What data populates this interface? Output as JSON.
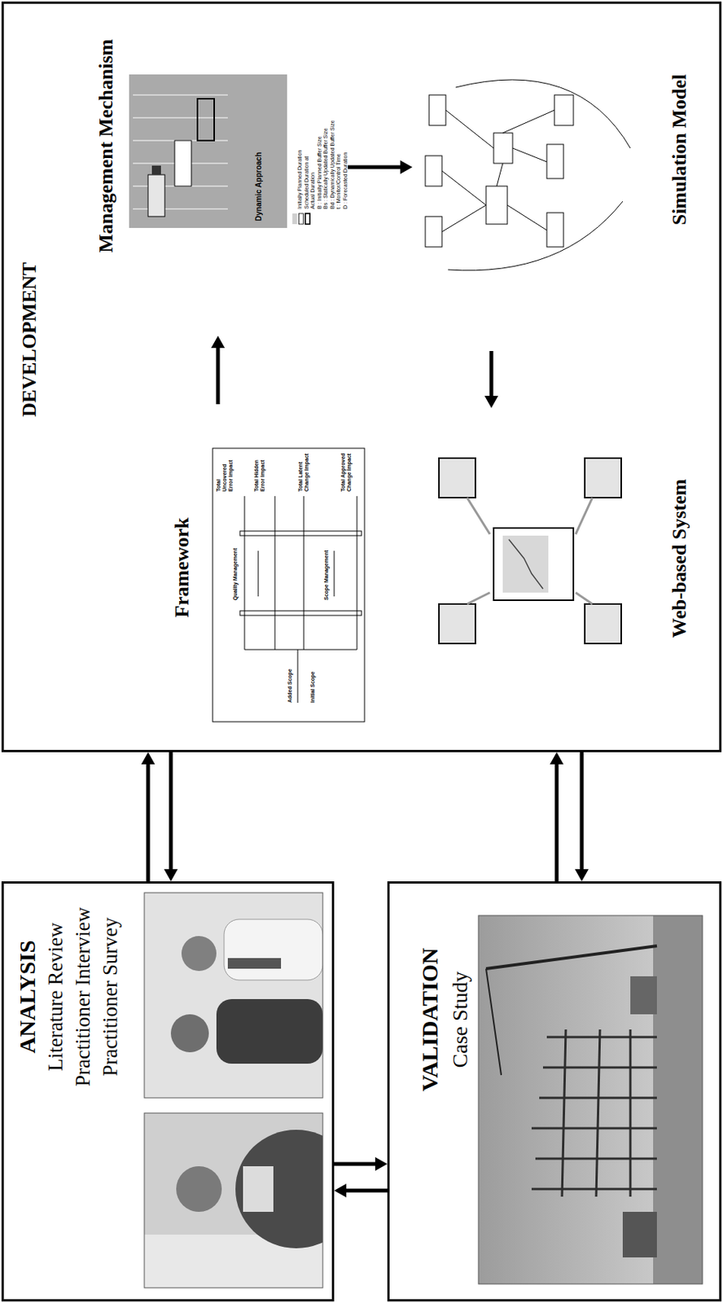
{
  "diagram": {
    "nodes": [
      {
        "text": [
          "ANALYSIS",
          "Literature Review",
          "Practitioner Interview",
          "Practitioner Survey"
        ]
      },
      {
        "text": [
          "DEVELOPMENT"
        ]
      },
      {
        "text": [
          "Framework"
        ],
        "in": 1
      },
      {
        "text": [
          "Management Mechanism"
        ],
        "in": 1
      },
      {
        "text": [
          "Simulation Model"
        ],
        "in": 1
      },
      {
        "text": [
          "Web-based System"
        ],
        "in": 1
      },
      {
        "text": [
          "VALIDATION",
          "Case Study"
        ]
      }
    ],
    "edges": [
      {
        "from": 0,
        "to": 1,
        "arrow": "to"
      },
      {
        "from": 1,
        "to": 0,
        "arrow": "to"
      },
      {
        "from": 2,
        "to": 3,
        "arrow": "to"
      },
      {
        "from": 3,
        "to": 4,
        "arrow": "to"
      },
      {
        "from": 4,
        "to": 5,
        "arrow": "to"
      },
      {
        "from": 6,
        "to": 1,
        "arrow": "to"
      },
      {
        "from": 1,
        "to": 6,
        "arrow": "to"
      },
      {
        "from": 0,
        "to": 6,
        "arrow": "to"
      },
      {
        "from": 6,
        "to": 0,
        "arrow": "to"
      }
    ],
    "labels": [
      "Initially Planned Duration",
      "Scheduled Duration at",
      "Actual Duration",
      "B : Initially Planned Buffer Size",
      "Bs : Statically Updated Buffer Size",
      "Bd : Dynamically Updated Buffer Size",
      "t : Monitor/Control Time",
      "D : Forecasted Duration",
      "Dynamic Approach",
      "Total Uncovered Error Impact",
      "Total Hidden Error Impact",
      "Total Latent Change Impact",
      "Total Approved Change Impact",
      "Quality Management",
      "Scope Management",
      "Added Scope",
      "Initial Scope"
    ]
  }
}
